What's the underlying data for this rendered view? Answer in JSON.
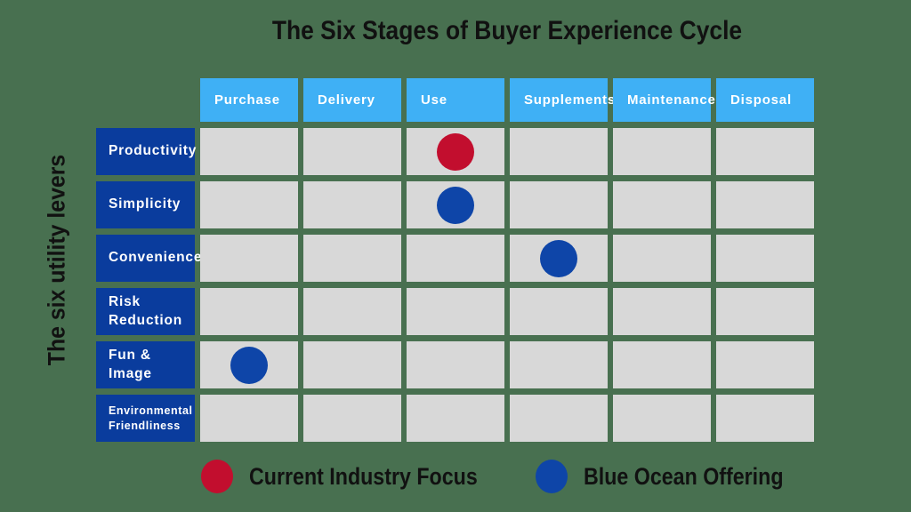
{
  "title": "The Six Stages of Buyer Experience Cycle",
  "y_axis_label": "The six utility levers",
  "matrix": {
    "columns": [
      "Purchase",
      "Delivery",
      "Use",
      "Supplements",
      "Maintenance",
      "Disposal"
    ],
    "rows": [
      "Productivity",
      "Simplicity",
      "Convenience",
      "Risk Reduction",
      "Fun & Image",
      "Environmental Friendliness"
    ],
    "markers": [
      {
        "row": "Productivity",
        "col": "Use",
        "type": "current"
      },
      {
        "row": "Simplicity",
        "col": "Use",
        "type": "blue_ocean"
      },
      {
        "row": "Convenience",
        "col": "Supplements",
        "type": "blue_ocean"
      },
      {
        "row": "Fun & Image",
        "col": "Purchase",
        "type": "blue_ocean"
      }
    ]
  },
  "legend": [
    {
      "label": "Current Industry Focus",
      "type": "current",
      "color": "#C20E2E"
    },
    {
      "label": "Blue Ocean Offering",
      "type": "blue_ocean",
      "color": "#0E45A8"
    }
  ],
  "colors": {
    "background": "#487050",
    "cell": "#D8D8D8",
    "column_header_bg": "#3FB0F5",
    "row_header_bg": "#0A3C9D",
    "current_focus": "#C20E2E",
    "blue_ocean": "#0E45A8",
    "header_text": "#FFFFFF",
    "title_text": "#111111"
  }
}
